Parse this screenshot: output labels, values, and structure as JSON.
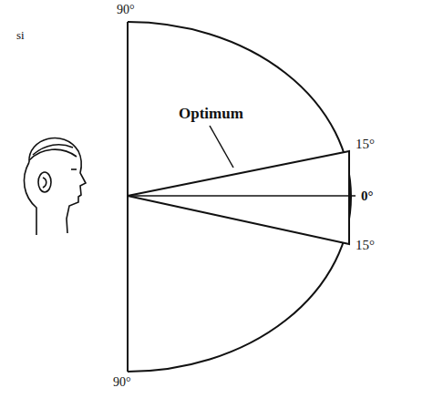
{
  "diagram": {
    "labels": [
      "si",
      "90°",
      "Optimum",
      "15°",
      "0°",
      "15°",
      "90°"
    ]
  }
}
